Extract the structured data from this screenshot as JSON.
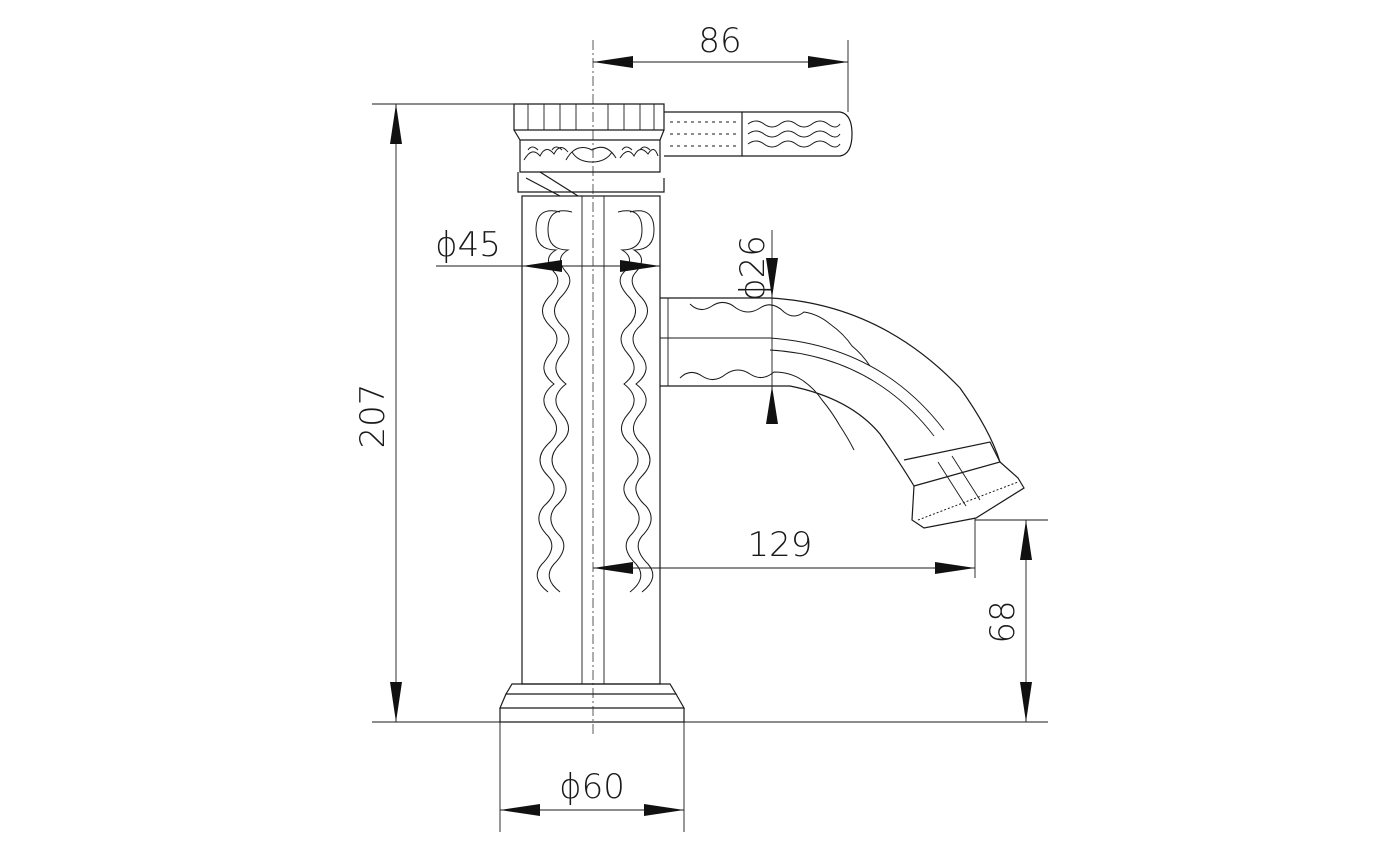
{
  "dimensions": {
    "handle_offset": "86",
    "body_diameter": "ϕ45",
    "spout_diameter": "ϕ26",
    "total_height": "207",
    "spout_reach": "129",
    "spout_height": "68",
    "base_diameter": "ϕ60"
  },
  "colors": {
    "line": "#1a1a1a",
    "background": "#ffffff"
  }
}
